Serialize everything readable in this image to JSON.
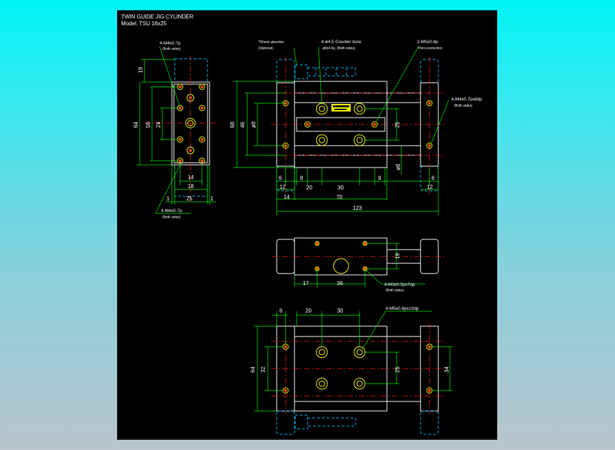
{
  "title": {
    "line1": "TWIN GUIDE JIG CYLINDER",
    "line2": "Model: TSU 16x25"
  },
  "left_view": {
    "top_note": "4-M4x0.7p",
    "top_note_sub": "(Both sides)",
    "bottom_note": "4-M4x0.7p",
    "bottom_note_sub": "(Both sides)",
    "dims": {
      "d19": "19",
      "d64": "64",
      "d56": "56",
      "d24": "24",
      "d14": "14",
      "d18": "18",
      "d25": "25",
      "d1a": "1",
      "d1b": "1"
    }
  },
  "front_view": {
    "note_shock": "?Shock absorber",
    "note_shock_sub": "(Optional)",
    "note_counterbore": "4-ø4.5 Counter bore",
    "note_counterbore_sub": "ø8x4.5p, (Both sides)",
    "note_port": "2-M5x0.8p",
    "note_port_sub": "Port connection",
    "note_side": "4-M4x0.7px8dp",
    "note_side_sub": "(Both sides)",
    "dims": {
      "d68": "68",
      "d46": "46",
      "d8dia": "ø8",
      "d25": "25",
      "d8dia2": "ø8",
      "d6a": "6",
      "d9a": "9",
      "d20": "20",
      "d30": "30",
      "d9b": "9",
      "d6b": "6",
      "d12a": "12",
      "d12b": "12",
      "d14": "14",
      "d70": "70",
      "d123": "123"
    }
  },
  "top_view": {
    "note": "4-M3x0.5px7dp",
    "note_sub": "(Both sides)",
    "dims": {
      "d19": "19",
      "d17": "17",
      "d36": "36"
    }
  },
  "bottom_view": {
    "note": "4-M5x0.8px10dp",
    "dims": {
      "d6": "6",
      "d20": "20",
      "d30": "30",
      "d64": "64",
      "d32": "32",
      "d25": "25",
      "d34": "34"
    }
  },
  "colors": {
    "background_gradient_top": "#00f4f6",
    "background_gradient_bottom": "#b9c4cc",
    "sheet": "#000000",
    "body_lines": "#ffffff",
    "hidden_lines": "#00bfff",
    "center_lines": "#ff2020",
    "dimension_lines": "#00ff00",
    "holes": "#ffff00"
  }
}
